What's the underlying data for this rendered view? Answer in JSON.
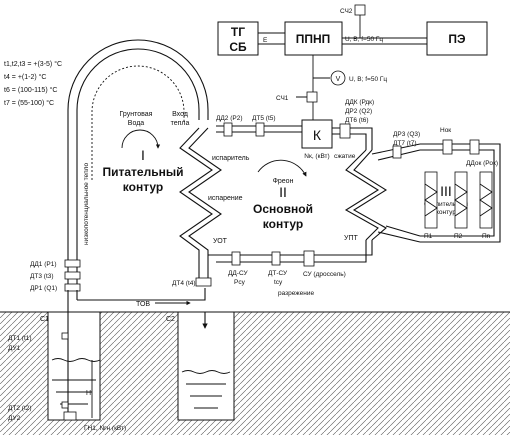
{
  "legend": [
    "t1,t2,t3 = +(3-5) °C",
    "t4 = +(1-2) °C",
    "t6 = (100-115) °C",
    "t7 = (55-100) °C"
  ],
  "blocks": {
    "tg_sb": [
      "ТГ",
      "СБ"
    ],
    "e_label": "Е",
    "ppnp": "ППНП",
    "pe": "ПЭ",
    "ppnp_out": "U, В;  f=50 Гц",
    "sch2": "СЧ2",
    "volt": "V",
    "volt_label": "U, В;  f=50 Гц",
    "sch1": "СЧ1",
    "k": "К",
    "nk": "Nк, (кВт)",
    "szhatie": "сжатие"
  },
  "sensors": {
    "dd2": "ДД2 (Р2)",
    "dt5": "ДТ5 (t5)",
    "ddk": "ДДК (Рдк)",
    "dr2": "ДР2 (Q2)",
    "dt6": "ДТ6 (t6)",
    "dr3": "ДР3 (Q3)",
    "dt7": "ДТ7 (t7)",
    "nok": "Нок",
    "ddok": "ДДок (Рок)",
    "dd1": "ДД1 (Р1)",
    "dt3": "ДТ3 (t3)",
    "dr1": "ДР1 (Q1)",
    "dt4": "ДТ4 (t4)",
    "dd_su": "ДД-СУ",
    "rsu": "Рсу",
    "dt_su": "ДТ-СУ",
    "tsu": "tсу",
    "su": "СУ (дроссель)",
    "razrezhenie": "разрежение",
    "dt1": "ДТ1 (t1)",
    "du1": "ДУ1",
    "dt2": "ДТ2 (t2)",
    "du2": "ДУ2",
    "gn1": "ГН1, Nгн (кВт)"
  },
  "loops": {
    "feed_num": "I",
    "feed_title1": "Питательный",
    "feed_title2": "контур",
    "ground_water1": "Грунтовая",
    "ground_water2": "Вода",
    "heat_in1": "Вход",
    "heat_in2": "тепла",
    "pipe_label": "низкопотенциальное тепло",
    "isparitel": "испаритель",
    "isparenie": "испарение",
    "uot": "УОТ",
    "main_num": "II",
    "freon": "Фреон",
    "main_title1": "Основной",
    "main_title2": "контур",
    "upt": "УПТ",
    "heat_num": "III",
    "heat_title1": "Отопительный",
    "heat_title2": "контур",
    "p1": "П1",
    "p2": "П2",
    "pn": "Пn"
  },
  "wells": {
    "tov": "ТОВ",
    "c1": "С1",
    "c2": "С2",
    "h": "Н"
  }
}
